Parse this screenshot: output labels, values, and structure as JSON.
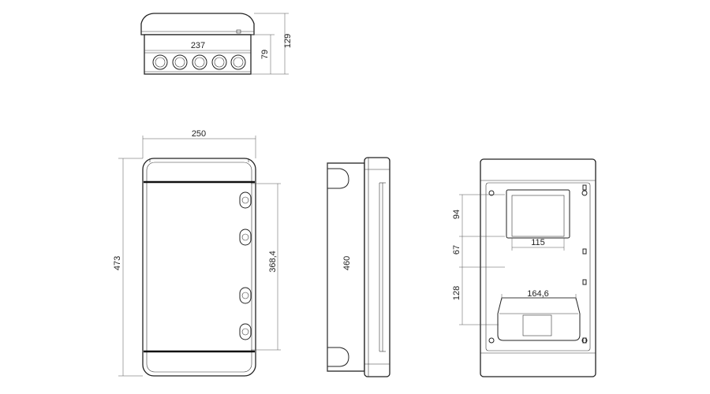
{
  "dimensions": {
    "top_width": "237",
    "top_inner_height": "79",
    "top_total_height": "129",
    "front_width": "250",
    "front_height": "473",
    "front_hinge_span": "368,4",
    "side_height": "460",
    "back_window_height": "94",
    "back_gap_height": "67",
    "back_lower_height": "128",
    "back_window_width": "115",
    "back_lower_width": "164,6"
  }
}
